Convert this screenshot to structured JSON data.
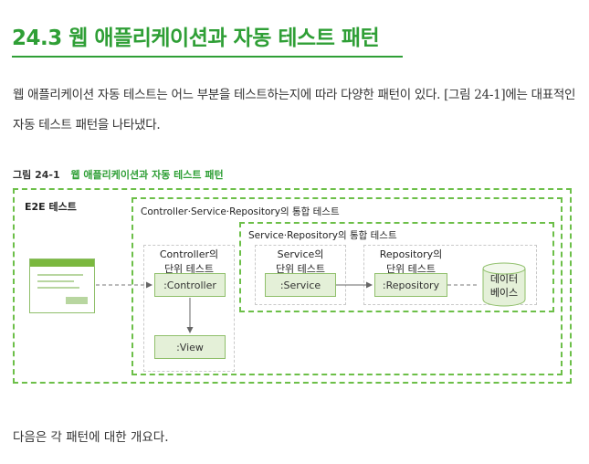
{
  "heading": "24.3 웹 애플리케이션과 자동 테스트 패턴",
  "paragraph": "웹 애플리케이션 자동 테스트는 어느 부분을 테스트하는지에 따라 다양한 패턴이 있다. [그림 24-1]에는 대표적인 자동 테스트 패턴을 나타냈다.",
  "figure": {
    "number": "그림 24-1",
    "title": "웹 애플리케이션과 자동 테스트 패턴",
    "e2e_label": "E2E 테스트",
    "controller_service_repository_label": "Controller·Service·Repository의 통합 테스트",
    "service_repository_label": "Service·Repository의 통합 테스트",
    "controller_unit_label_1": "Controller의",
    "controller_unit_label_2": "단위 테스트",
    "service_unit_label_1": "Service의",
    "service_unit_label_2": "단위 테스트",
    "repository_unit_label_1": "Repository의",
    "repository_unit_label_2": "단위 테스트",
    "nodes": {
      "controller": ":Controller",
      "view": ":View",
      "service": ":Service",
      "repository": ":Repository",
      "database_1": "데이터",
      "database_2": "베이스"
    },
    "icons": [
      "browser-window-icon",
      "database-icon"
    ],
    "colors": {
      "accent": "#2f9f36",
      "dashed_border": "#6cbf48",
      "node_fill": "#e4f0d8",
      "browser_bar": "#7bb83e"
    }
  },
  "footer": "다음은 각 패턴에 대한 개요다."
}
